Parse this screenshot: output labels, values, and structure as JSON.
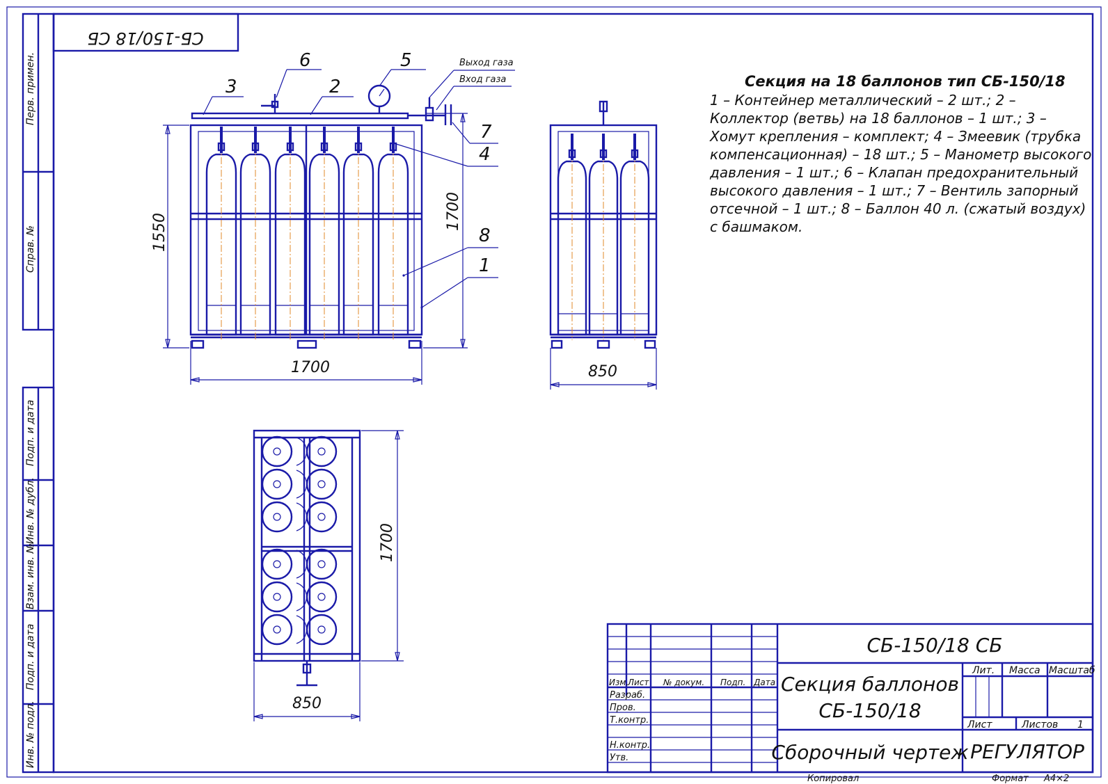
{
  "stamp_top_left": "СБ-150/18 СБ",
  "side_labels": {
    "perv_primen": "Перв. примен.",
    "sprav": "Справ. №",
    "podp_data_1": "Подп. и дата",
    "inv_dubl": "Инв. № дубл.",
    "vzam_inv": "Взам. инв. №",
    "podp_data_2": "Подп. и дата",
    "inv_podl": "Инв. № подл."
  },
  "callouts": {
    "c1": "1",
    "c2": "2",
    "c3": "3",
    "c4": "4",
    "c5": "5",
    "c6": "6",
    "c7": "7",
    "c8": "8",
    "gas_out": "Выход газа",
    "gas_in": "Вход газа"
  },
  "dimensions": {
    "front_width": "1700",
    "front_height_frame": "1550",
    "front_height_total": "1700",
    "side_width": "850",
    "top_length": "1700",
    "top_width": "850"
  },
  "spec": {
    "title": "Секция на 18 баллонов тип СБ-150/18",
    "lines": [
      "1 – Контейнер металлический – 2 шт.; 2 –",
      "Коллектор (ветвь) на 18 баллонов – 1 шт.; 3 –",
      "Хомут крепления – комплект; 4 – Змеевик (трубка",
      "компенсационная) – 18 шт.; 5 – Манометр высокого",
      "давления – 1 шт.; 6 – Клапан предохранительный",
      "высокого давления – 1 шт.; 7 – Вентиль запорный",
      "отсечной – 1 шт.; 8 –  Баллон 40 л. (сжатый воздух)",
      "с башмаком."
    ]
  },
  "title_block": {
    "designation": "СБ-150/18 СБ",
    "name_line1": "Секция баллонов",
    "name_line2": "СБ-150/18",
    "doc_type": "Сборочный чертеж",
    "organization": "РЕГУЛЯТОР",
    "headers": {
      "izm": "Изм.",
      "list": "Лист",
      "n_dokum": "№ докум.",
      "podp": "Подп.",
      "data": "Дата",
      "lit": "Лит.",
      "massa": "Масса",
      "masshtab": "Масштаб",
      "list2": "Лист",
      "listov": "Листов",
      "listov_value": "1"
    },
    "roles": [
      "Разраб.",
      "Пров.",
      "Т.контр.",
      "",
      "Н.контр.",
      "Утв."
    ],
    "kopiroval": "Копировал",
    "format": "Формат",
    "format_value": "А4×2"
  },
  "colors": {
    "line": "#1a1aa8",
    "axis": "#e08a2a",
    "text": "#111111"
  }
}
